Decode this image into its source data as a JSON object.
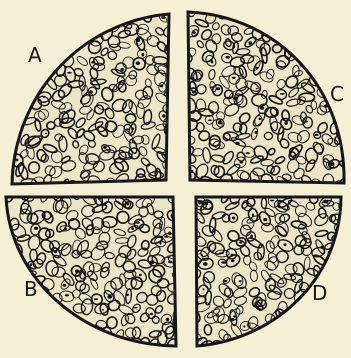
{
  "figure": {
    "colors": {
      "background": "#f4f0d6",
      "ink": "#161616"
    },
    "quadrants": [
      {
        "id": "A",
        "label": "A"
      },
      {
        "id": "B",
        "label": "B"
      },
      {
        "id": "C",
        "label": "C"
      },
      {
        "id": "D",
        "label": "D"
      }
    ]
  }
}
